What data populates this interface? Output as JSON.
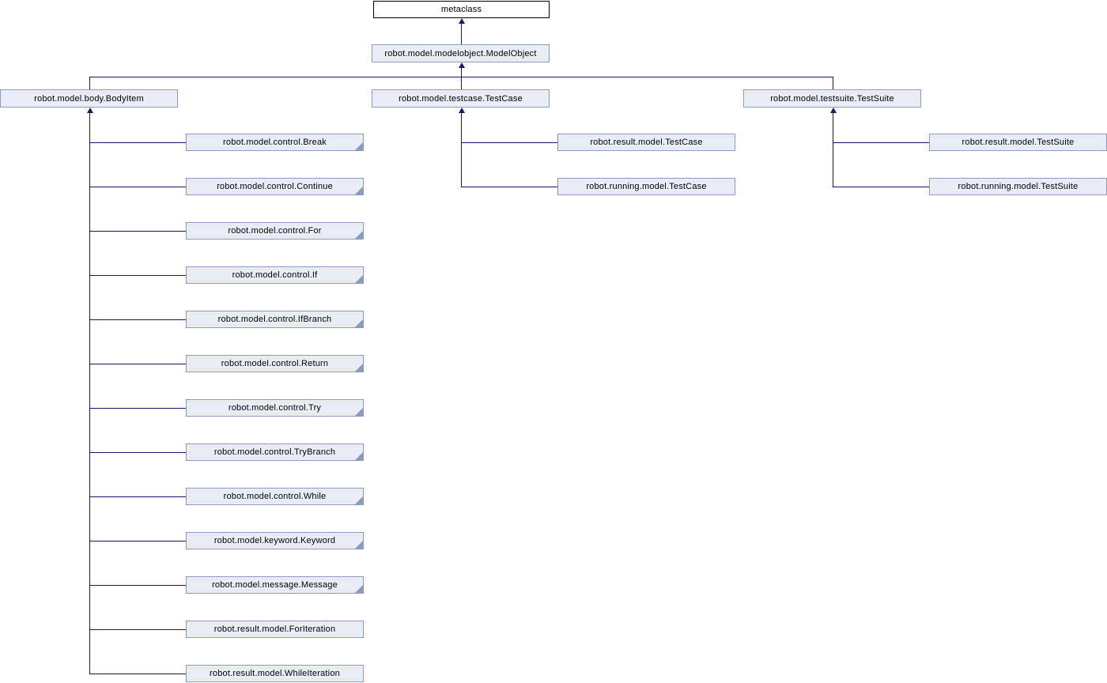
{
  "colors": {
    "edge": "#191970",
    "node_fill": "#E9EEF6",
    "node_border": "#8E9BBE",
    "root_fill": "#FFFFFF",
    "root_border": "#000000"
  },
  "nodes": {
    "metaclass": {
      "label": "metaclass"
    },
    "model_object": {
      "label": "robot.model.modelobject.ModelObject"
    },
    "body_item": {
      "label": "robot.model.body.BodyItem"
    },
    "test_case": {
      "label": "robot.model.testcase.TestCase"
    },
    "test_suite": {
      "label": "robot.model.testsuite.TestSuite"
    },
    "body_item_children": [
      {
        "label": "robot.model.control.Break",
        "has_subclasses": true
      },
      {
        "label": "robot.model.control.Continue",
        "has_subclasses": true
      },
      {
        "label": "robot.model.control.For",
        "has_subclasses": true
      },
      {
        "label": "robot.model.control.If",
        "has_subclasses": true
      },
      {
        "label": "robot.model.control.IfBranch",
        "has_subclasses": true
      },
      {
        "label": "robot.model.control.Return",
        "has_subclasses": true
      },
      {
        "label": "robot.model.control.Try",
        "has_subclasses": true
      },
      {
        "label": "robot.model.control.TryBranch",
        "has_subclasses": true
      },
      {
        "label": "robot.model.control.While",
        "has_subclasses": true
      },
      {
        "label": "robot.model.keyword.Keyword",
        "has_subclasses": true
      },
      {
        "label": "robot.model.message.Message",
        "has_subclasses": true
      },
      {
        "label": "robot.result.model.ForIteration",
        "has_subclasses": false
      },
      {
        "label": "robot.result.model.WhileIteration",
        "has_subclasses": false
      }
    ],
    "test_case_children": [
      {
        "label": "robot.result.model.TestCase",
        "has_subclasses": false
      },
      {
        "label": "robot.running.model.TestCase",
        "has_subclasses": false
      }
    ],
    "test_suite_children": [
      {
        "label": "robot.result.model.TestSuite",
        "has_subclasses": false
      },
      {
        "label": "robot.running.model.TestSuite",
        "has_subclasses": false
      }
    ]
  }
}
